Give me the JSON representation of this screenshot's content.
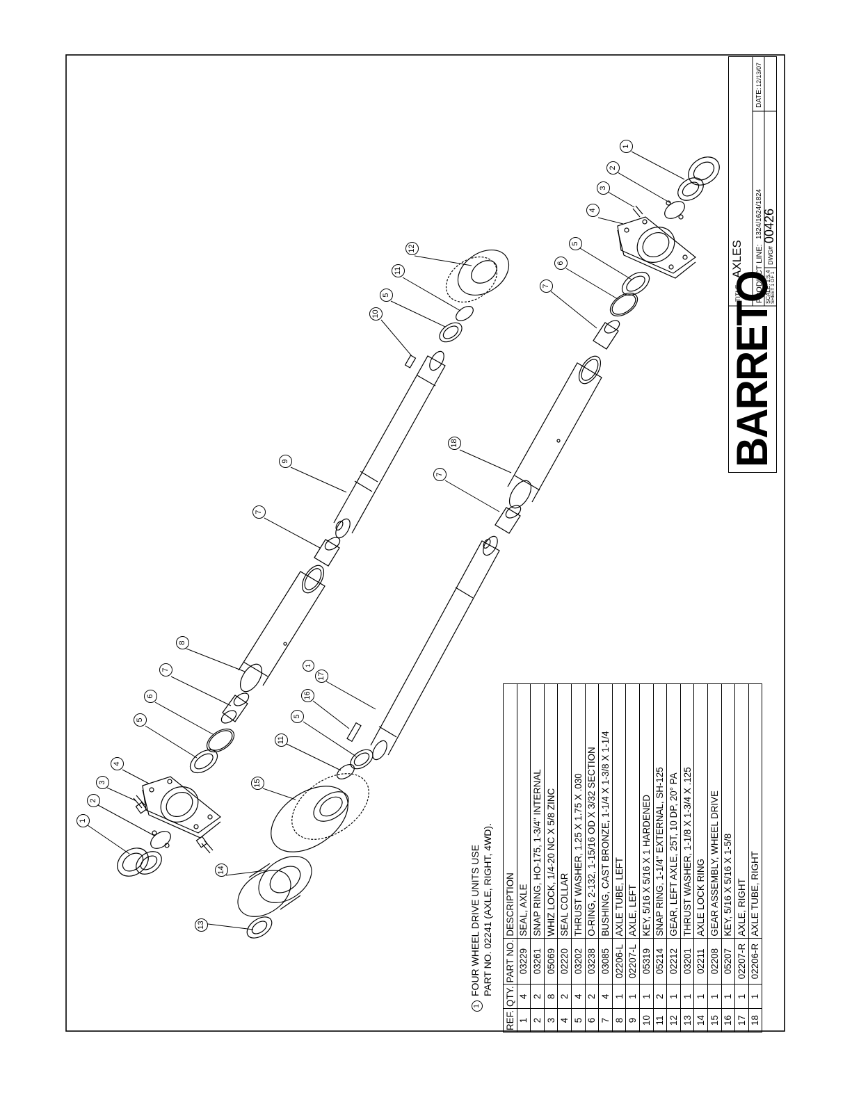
{
  "note": {
    "marker": "1",
    "line1": "FOUR WHEEL DRIVE UNITS USE",
    "line2": "PART NO. 02241 (AXLE, RIGHT, 4WD)."
  },
  "parts_table": {
    "headers": [
      "REF.",
      "QTY.",
      "PART NO.",
      "DESCRIPTION"
    ],
    "rows": [
      [
        "1",
        "4",
        "03229",
        "SEAL, AXLE"
      ],
      [
        "2",
        "2",
        "03261",
        "SNAP RING, HO-175, 1-3/4\" INTERNAL"
      ],
      [
        "3",
        "8",
        "05069",
        "WHIZ LOCK, 1/4-20 NC X 5/8 ZINC"
      ],
      [
        "4",
        "2",
        "02220",
        "SEAL COLLAR"
      ],
      [
        "5",
        "4",
        "03202",
        "THRUST WASHER, 1.25 X 1.75 X .030"
      ],
      [
        "6",
        "2",
        "03238",
        "O-RING, 2-132, 1-15/16 OD X 3/32 SECTION"
      ],
      [
        "7",
        "4",
        "03085",
        "BUSHING, CAST BRONZE, 1-1/4 X 1-3/8 X 1-1/4"
      ],
      [
        "8",
        "1",
        "02206-L",
        "AXLE TUBE, LEFT"
      ],
      [
        "9",
        "1",
        "02207-L",
        "AXLE, LEFT"
      ],
      [
        "10",
        "1",
        "05319",
        "KEY, 5/16 X 5/16 X 1 HARDENED"
      ],
      [
        "11",
        "2",
        "05214",
        "SNAP RING, 1-1/4\" EXTERNAL, SH-125"
      ],
      [
        "12",
        "1",
        "02212",
        "GEAR, LEFT AXLE, 25T, 10 DP, 20° PA"
      ],
      [
        "13",
        "1",
        "03201",
        "THRUST WASHER, 1-1/8 X 1-3/4 X .125"
      ],
      [
        "14",
        "1",
        "02211",
        "AXLE LOCK RING"
      ],
      [
        "15",
        "1",
        "02208",
        "GEAR ASSEMBLY, WHEEL DRIVE"
      ],
      [
        "16",
        "1",
        "05207",
        "KEY, 5/16 X 5/16 X 1-5/8"
      ],
      [
        "17",
        "1",
        "02207-R",
        "AXLE, RIGHT"
      ],
      [
        "18",
        "1",
        "02206-R",
        "AXLE TUBE, RIGHT"
      ]
    ]
  },
  "title_block": {
    "logo": "BARRETO",
    "title_label": "TITLE:",
    "title": "AXLES",
    "product_line_label": "PRODUCT LINE:",
    "product_line": "1324/1624/1824",
    "date_label": "DATE:",
    "date": "12/13/07",
    "scale": "SCALE: 1:5.4",
    "sheet": "SHEET 1 OF 1",
    "dwg_label": "DWG#",
    "dwg": "00426"
  },
  "callouts": [
    {
      "num": "1"
    },
    {
      "num": "2"
    },
    {
      "num": "3"
    },
    {
      "num": "4"
    },
    {
      "num": "5"
    },
    {
      "num": "6"
    },
    {
      "num": "7"
    },
    {
      "num": "8"
    },
    {
      "num": "7"
    },
    {
      "num": "9"
    },
    {
      "num": "10"
    },
    {
      "num": "5"
    },
    {
      "num": "11"
    },
    {
      "num": "12"
    },
    {
      "num": "13"
    },
    {
      "num": "14"
    },
    {
      "num": "15"
    },
    {
      "num": "11"
    },
    {
      "num": "5"
    },
    {
      "num": "16"
    },
    {
      "num": "17"
    },
    {
      "num": "7"
    },
    {
      "num": "18"
    },
    {
      "num": "7"
    },
    {
      "num": "6"
    },
    {
      "num": "5"
    },
    {
      "num": "4"
    },
    {
      "num": "3"
    },
    {
      "num": "2"
    },
    {
      "num": "1"
    }
  ],
  "flag_callout": "1"
}
